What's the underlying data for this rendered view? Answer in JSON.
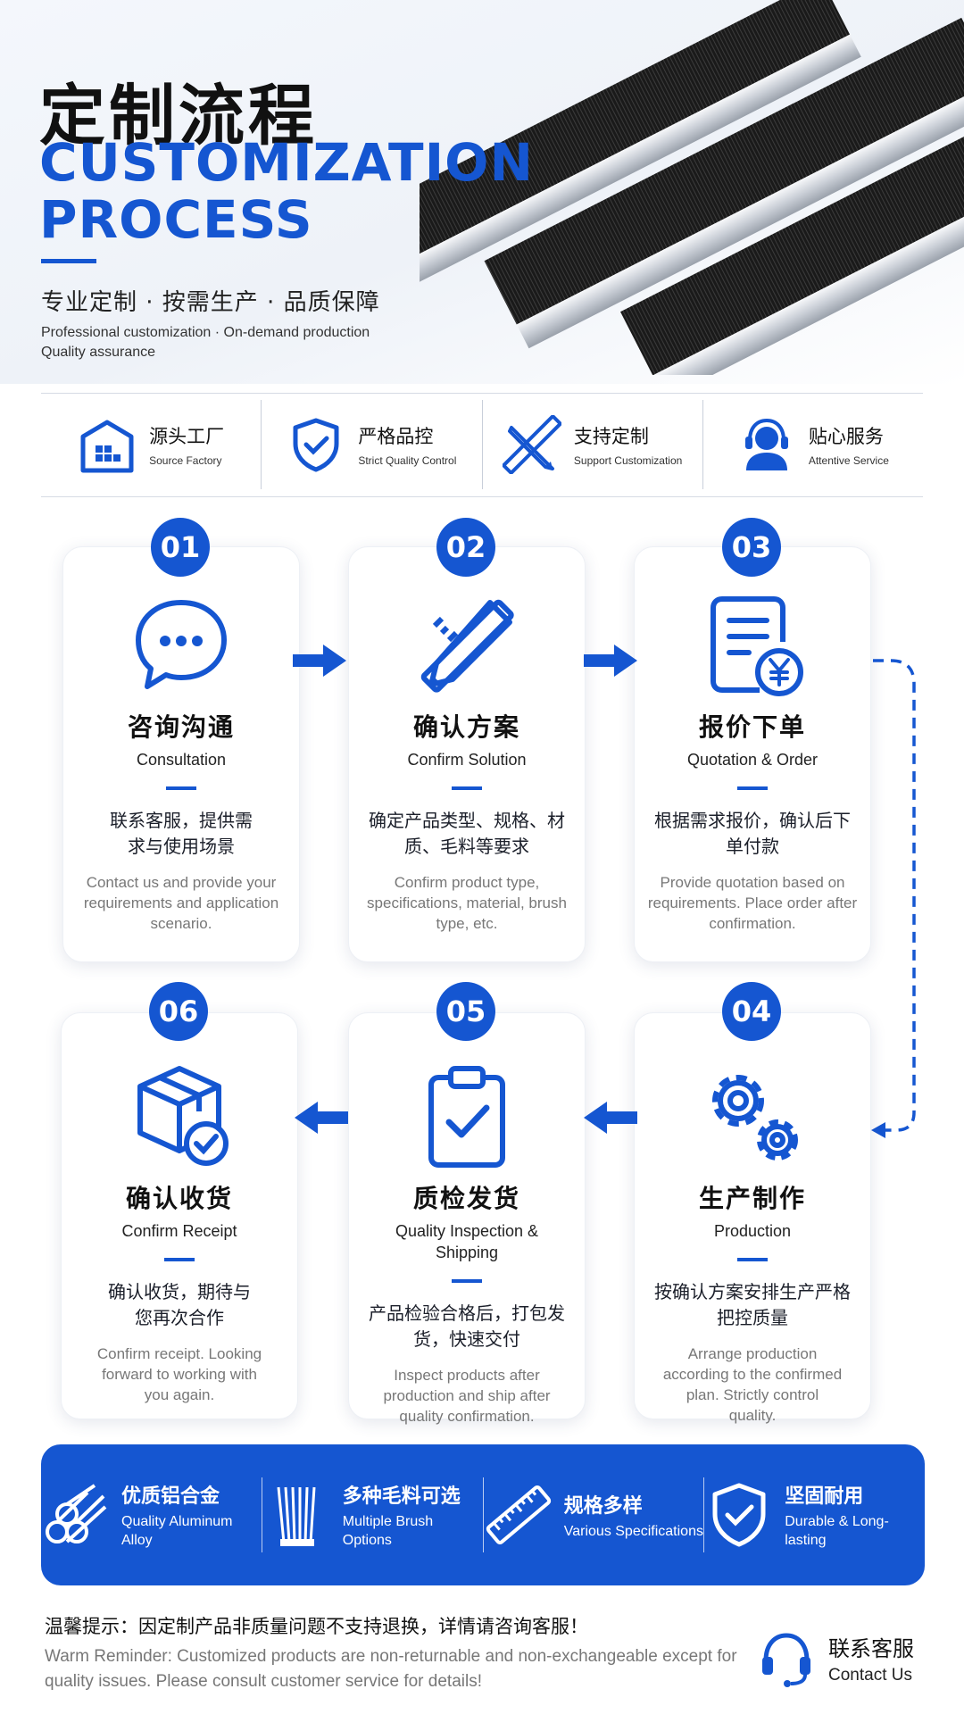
{
  "header": {
    "title_cn": "定制流程",
    "title_en_line1": "CUSTOMIZATION",
    "title_en_line2": "PROCESS",
    "subtitle_cn": "专业定制 · 按需生产 · 品质保障",
    "subtitle_en": "Professional customization · On-demand production Quality assurance"
  },
  "features": [
    {
      "cn": "源头工厂",
      "en": "Source Factory",
      "icon": "factory-icon"
    },
    {
      "cn": "严格品控",
      "en": "Strict Quality Control",
      "icon": "shield-check-icon"
    },
    {
      "cn": "支持定制",
      "en": "Support Customization",
      "icon": "ruler-pencil-icon"
    },
    {
      "cn": "贴心服务",
      "en": "Attentive Service",
      "icon": "headset-agent-icon"
    }
  ],
  "steps": [
    {
      "num": "01",
      "cn": "咨询沟通",
      "en": "Consultation",
      "desc_cn": "联系客服，提供需求与使用场景",
      "desc_en": "Contact us and provide your requirements and application scenario.",
      "icon": "chat-bubble-icon"
    },
    {
      "num": "02",
      "cn": "确认方案",
      "en": "Confirm Solution",
      "desc_cn": "确定产品类型、规格、材质、毛料等要求",
      "desc_en": "Confirm product type, specifications, material, brush type, etc.",
      "icon": "ruler-pencil-icon"
    },
    {
      "num": "03",
      "cn": "报价下单",
      "en": "Quotation & Order",
      "desc_cn": "根据需求报价，确认后下单付款",
      "desc_en": "Provide quotation based on requirements. Place order after confirmation.",
      "icon": "invoice-yen-icon"
    },
    {
      "num": "04",
      "cn": "生产制作",
      "en": "Production",
      "desc_cn": "按确认方案安排生产严格把控质量",
      "desc_en": "Arrange production according to the confirmed plan. Strictly control quality.",
      "icon": "gears-icon"
    },
    {
      "num": "05",
      "cn": "质检发货",
      "en": "Quality Inspection & Shipping",
      "desc_cn": "产品检验合格后，打包发货，快速交付",
      "desc_en": "Inspect products after production and ship after quality confirmation.",
      "icon": "clipboard-check-icon"
    },
    {
      "num": "06",
      "cn": "确认收货",
      "en": "Confirm Receipt",
      "desc_cn": "确认收货，期待与您再次合作",
      "desc_en": "Confirm receipt. Looking forward to working with you again.",
      "icon": "box-check-icon"
    }
  ],
  "band": [
    {
      "cn": "优质铝合金",
      "en": "Quality Aluminum Alloy",
      "icon": "aluminum-rods-icon"
    },
    {
      "cn": "多种毛料可选",
      "en": "Multiple Brush Options",
      "icon": "brush-bristles-icon"
    },
    {
      "cn": "规格多样",
      "en": "Various Specifications",
      "icon": "ruler-icon"
    },
    {
      "cn": "坚固耐用",
      "en": "Durable & Long-lasting",
      "icon": "shield-check-icon"
    }
  ],
  "footer": {
    "warn_cn": "温馨提示：因定制产品非质量问题不支持退换，详情请咨询客服！",
    "warn_en": "Warm Reminder: Customized products are non-returnable and non-exchangeable except for quality issues. Please consult customer service for details!",
    "contact_cn": "联系客服",
    "contact_en": "Contact Us"
  },
  "colors": {
    "accent": "#1556d1",
    "text": "#111111",
    "muted": "#777777"
  }
}
